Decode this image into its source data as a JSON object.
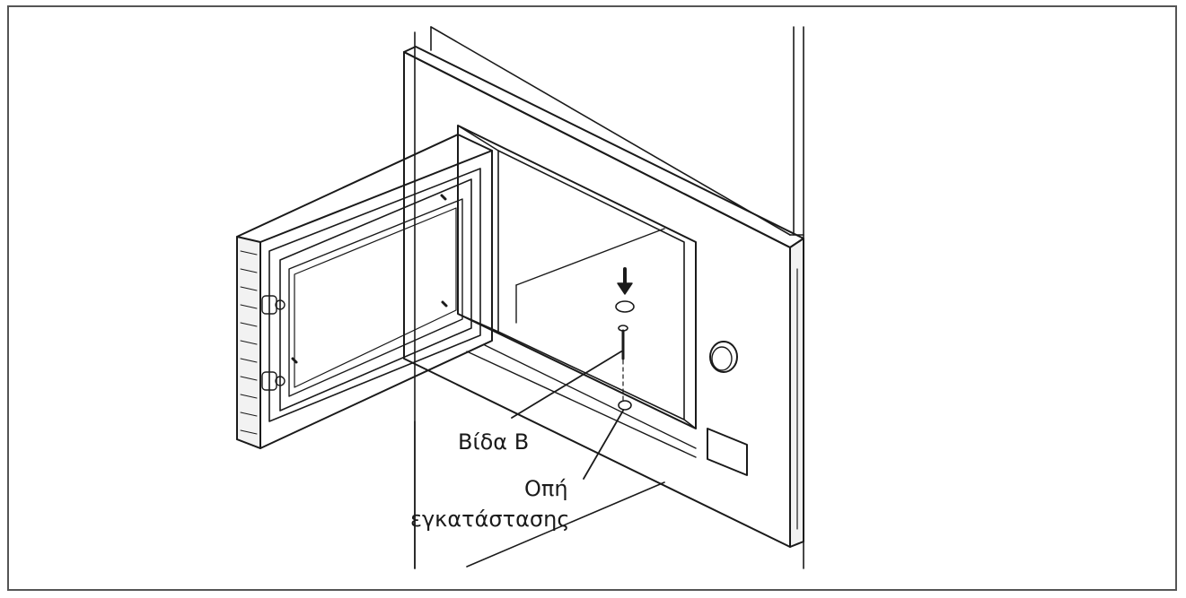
{
  "callouts": {
    "screw_b": "Βίδα Β",
    "install_hole_line1": "Οπή",
    "install_hole_line2": "εγκατάστασης"
  },
  "colors": {
    "frame_border": "#555555",
    "line_art": "#1a1a1a",
    "background": "#ffffff"
  },
  "icons": [
    "down-arrow-icon",
    "screw-icon",
    "screw-cap-icon",
    "install-hole-icon",
    "control-knob-icon"
  ]
}
